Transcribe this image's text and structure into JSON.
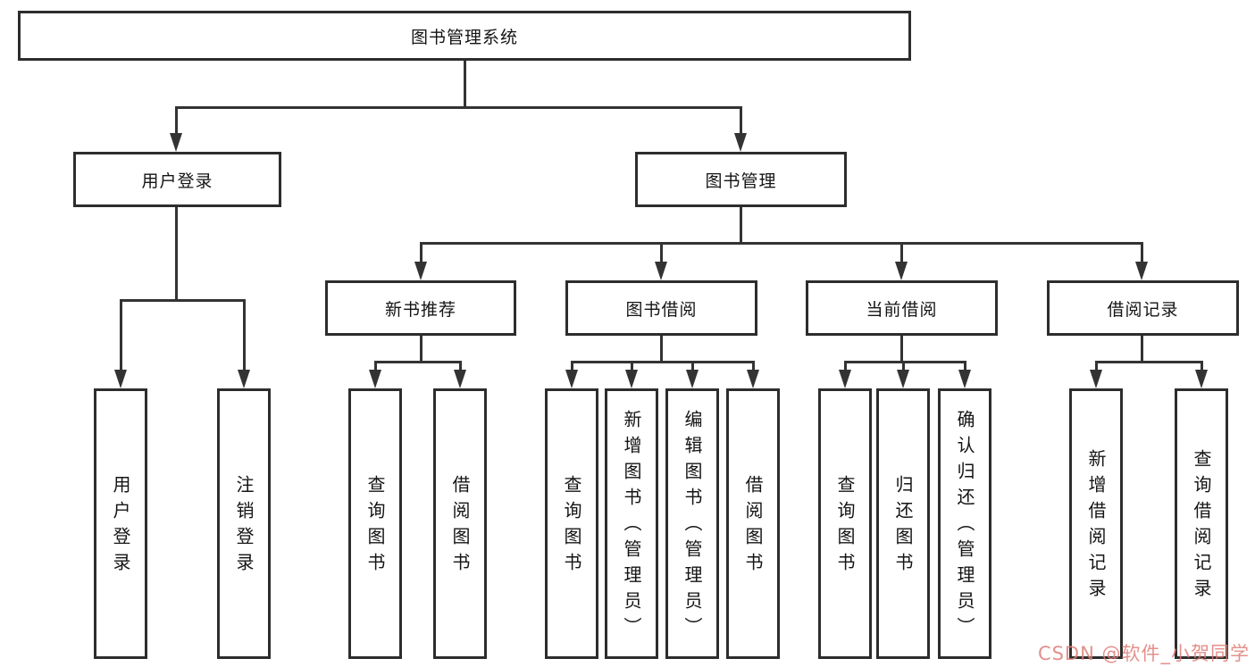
{
  "diagram": {
    "root": {
      "label": "图书管理系统"
    },
    "level2": {
      "user_login": {
        "label": "用户登录"
      },
      "book_management": {
        "label": "图书管理"
      }
    },
    "level3": {
      "new_book": {
        "label": "新书推荐"
      },
      "book_borrow": {
        "label": "图书借阅"
      },
      "current_borrow": {
        "label": "当前借阅"
      },
      "borrow_records": {
        "label": "借阅记录"
      }
    },
    "leaves": {
      "user_login": [
        "用户登录",
        "注销登录"
      ],
      "new_book": [
        "查询图书",
        "借阅图书"
      ],
      "book_borrow": [
        "查询图书",
        "新增图书（管理员）",
        "编辑图书（管理员）",
        "借阅图书"
      ],
      "current_borrow": [
        "查询图书",
        "归还图书",
        "确认归还（管理员）"
      ],
      "borrow_records": [
        "新增借阅记录",
        "查询借阅记录"
      ]
    },
    "watermark": {
      "text": "CSDN @软件_小贺同学",
      "color": "#de7d75"
    },
    "colors": {
      "line": "#333333",
      "border": "#2d2d2d",
      "background": "#ffffff",
      "text": "#141414"
    }
  }
}
